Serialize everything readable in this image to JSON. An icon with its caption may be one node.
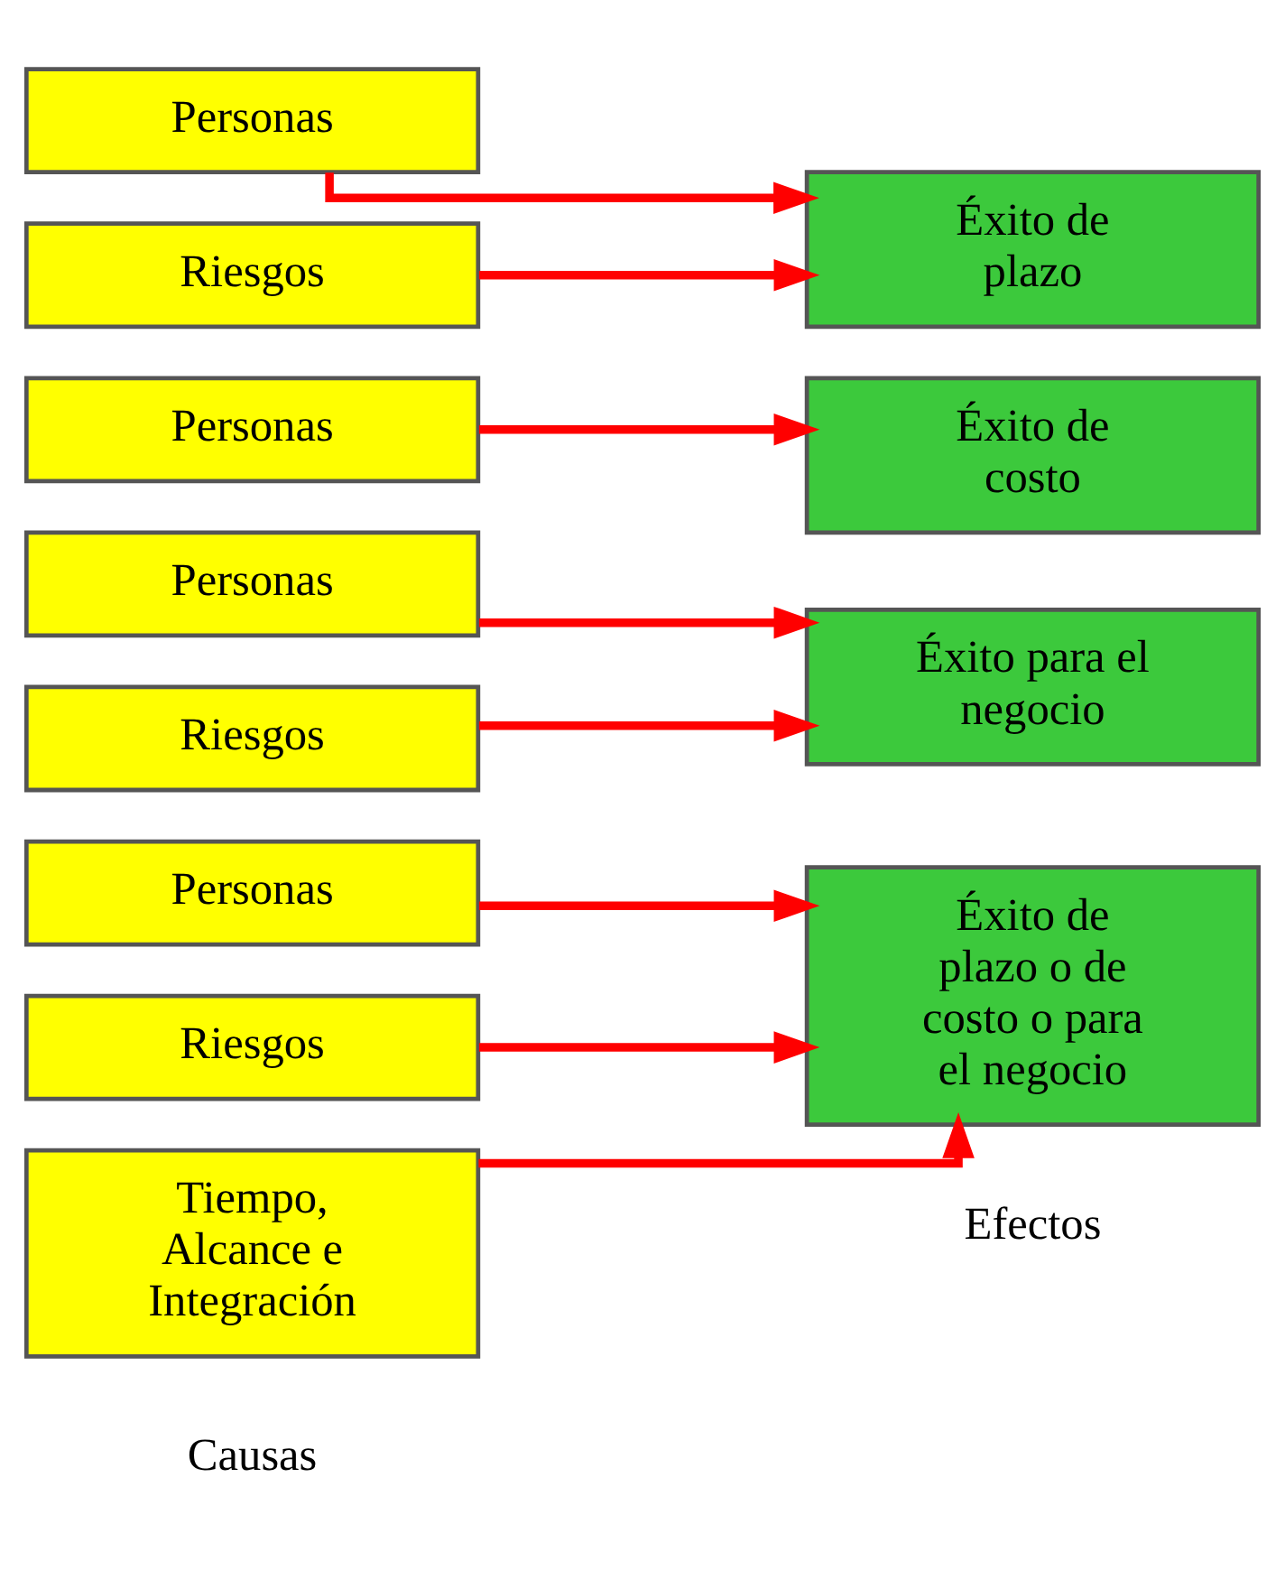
{
  "diagram": {
    "nodes": [
      {
        "text": [
          "Personas"
        ]
      },
      {
        "text": [
          "Riesgos"
        ]
      },
      {
        "text": [
          "Éxito de plazo"
        ]
      },
      {
        "text": [
          "Personas"
        ]
      },
      {
        "text": [
          "Éxito de costo"
        ]
      },
      {
        "text": [
          "Personas"
        ]
      },
      {
        "text": [
          "Riesgos"
        ]
      },
      {
        "text": [
          "Éxito para el negocio"
        ]
      },
      {
        "text": [
          "Personas"
        ]
      },
      {
        "text": [
          "Riesgos"
        ]
      },
      {
        "text": [
          "Tiempo, Alcance e Integración"
        ]
      },
      {
        "text": [
          "Éxito de plazo o de costo o para el negocio"
        ]
      }
    ],
    "edges": [
      {
        "from": 0,
        "to": 2,
        "arrow": "to"
      },
      {
        "from": 1,
        "to": 2,
        "arrow": "to"
      },
      {
        "from": 3,
        "to": 4,
        "arrow": "to"
      },
      {
        "from": 5,
        "to": 7,
        "arrow": "to"
      },
      {
        "from": 6,
        "to": 7,
        "arrow": "to"
      },
      {
        "from": 8,
        "to": 11,
        "arrow": "to"
      },
      {
        "from": 9,
        "to": 11,
        "arrow": "to"
      },
      {
        "from": 10,
        "to": 11,
        "arrow": "to"
      }
    ],
    "labels": [
      "Causas",
      "Efectos"
    ]
  }
}
